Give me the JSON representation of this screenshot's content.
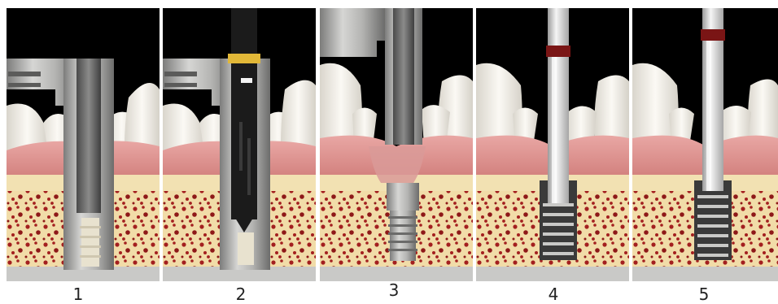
{
  "panels": [
    {
      "label": "1",
      "step": "guide-sleeve-and-abutment"
    },
    {
      "label": "2",
      "step": "drill-through-sleeve"
    },
    {
      "label": "3",
      "step": "implant-placed-with-cap"
    },
    {
      "label": "4",
      "step": "driver-removing-screw"
    },
    {
      "label": "5",
      "step": "driver-seated"
    }
  ],
  "colors": {
    "background": "#000000",
    "tooth": "#f2efe8",
    "gum": "#dd8f8c",
    "bone": "#f2e1b2",
    "bone_spot": "#b02222",
    "metal": "#b7b7b5",
    "metal_dark": "#6f6f6e",
    "drill": "#1a1a1a",
    "gold_ring": "#e2b838",
    "red_band": "#7a1515"
  }
}
